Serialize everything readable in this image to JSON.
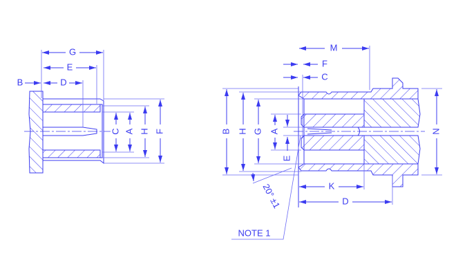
{
  "left_view": {
    "labels": {
      "G": "G",
      "E": "E",
      "D": "D",
      "B": "B",
      "C": "C",
      "A": "A",
      "H": "H",
      "F": "F"
    }
  },
  "right_view": {
    "labels": {
      "M": "M",
      "F": "F",
      "C": "C",
      "B": "B",
      "H": "H",
      "G": "G",
      "A": "A",
      "E": "E",
      "N": "N",
      "K": "K",
      "D": "D"
    },
    "angle_note": "20° ±1",
    "note": "NOTE  1"
  },
  "colors": {
    "line": "#3b3bf0"
  }
}
